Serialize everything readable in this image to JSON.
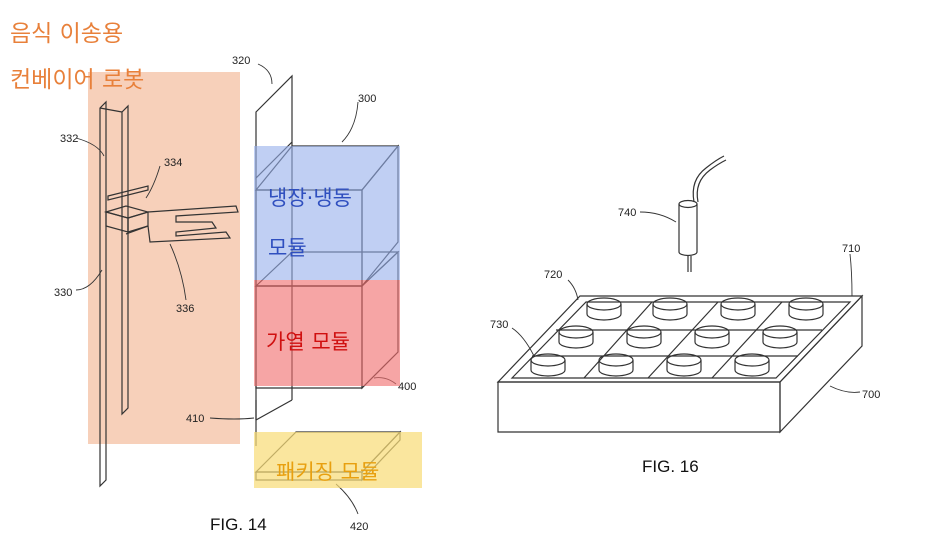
{
  "title_lines": [
    "음식 이송용",
    "컨베이어 로봇"
  ],
  "module_labels": {
    "refrigeration_line1": "냉장·냉동",
    "refrigeration_line2": "모듈",
    "heating": "가열 모듈",
    "packaging": "패키징 모듈"
  },
  "fig14": {
    "caption": "FIG. 14",
    "refs": {
      "r320": "320",
      "r300": "300",
      "r332": "332",
      "r334": "334",
      "r330": "330",
      "r336": "336",
      "r400": "400",
      "r410": "410",
      "r420": "420"
    }
  },
  "fig16": {
    "caption": "FIG. 16",
    "refs": {
      "r740": "740",
      "r710": "710",
      "r720": "720",
      "r730": "730",
      "r700": "700"
    }
  },
  "colors": {
    "robot_overlay": "#f4c4a4",
    "refrigeration_overlay": "#a9bbea",
    "heating_overlay": "#f48585",
    "packaging_overlay": "#f8e08a",
    "title_text": "#e8803a",
    "refrigeration_text": "#2f4fbf",
    "heating_text": "#d01010",
    "packaging_text": "#e8a010"
  }
}
